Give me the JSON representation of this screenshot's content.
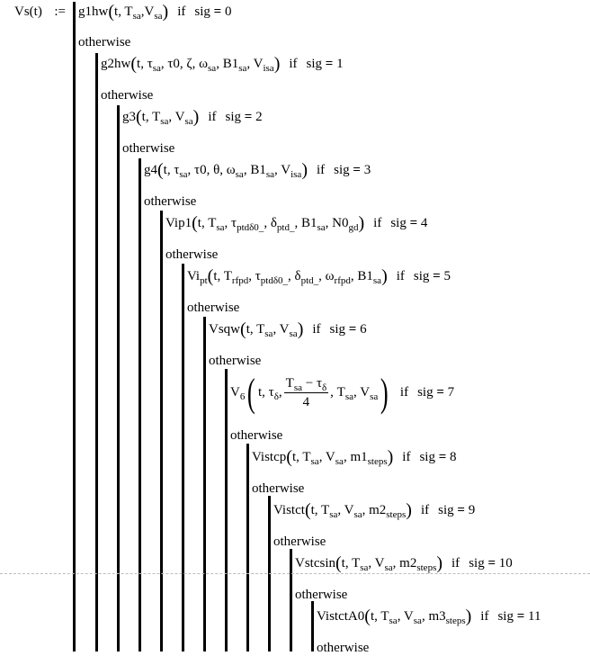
{
  "definition": {
    "lhs": "Vs(t)",
    "assign_op": ":="
  },
  "keywords": {
    "if": "if",
    "otherwise": "otherwise",
    "sig": "sig",
    "eq": "="
  },
  "branches": [
    {
      "func": "g1hw",
      "args_text": "t, T_sa, V_sa",
      "sig": "0"
    },
    {
      "func": "g2hw",
      "args_text": "t, τ_sa, τ0, ζ, ω_sa, B1_sa, V_isa",
      "sig": "1"
    },
    {
      "func": "g3",
      "args_text": "t, T_sa, V_sa",
      "sig": "2"
    },
    {
      "func": "g4",
      "args_text": "t, τ_sa, τ0, θ, ω_sa, B1_sa, V_isa",
      "sig": "3"
    },
    {
      "func": "Vip1",
      "args_text": "t, T_sa, τ_ptdδ0_, δ_ptd_, B1_sa, N0_gd",
      "sig": "4"
    },
    {
      "func": "Vi_pt",
      "args_text": "t, T_rfpd, τ_ptdδ0_, δ_ptd_, ω_rfpd, B1_sa",
      "sig": "5"
    },
    {
      "func": "Vsqw",
      "args_text": "t, T_sa, V_sa",
      "sig": "6"
    },
    {
      "func": "V_6",
      "args_text": "t, τ_δ, (T_sa − τ_δ)/4, T_sa, V_sa",
      "sig": "7"
    },
    {
      "func": "Vistcp",
      "args_text": "t, T_sa, V_sa, m1_steps",
      "sig": "8"
    },
    {
      "func": "Vistct",
      "args_text": "t, T_sa, V_sa, m2_steps",
      "sig": "9"
    },
    {
      "func": "Vstcsin",
      "args_text": "t, T_sa, V_sa, m2_steps",
      "sig": "10"
    },
    {
      "func": "VistctA0",
      "args_text": "t, T_sa, V_sa, m3_steps",
      "sig": "11"
    }
  ],
  "tokens": {
    "t": "t",
    "T": "T",
    "V": "V",
    "tau": "τ",
    "zeta": "ζ",
    "omega": "ω",
    "theta": "θ",
    "delta": "δ",
    "B1": "B1",
    "N0": "N0",
    "tau0": "τ0",
    "m1": "m1",
    "m2": "m2",
    "m3": "m3",
    "sa": "sa",
    "isa": "isa",
    "gd": "gd",
    "rfpd": "rfpd",
    "ptd": "ptd_",
    "ptdd0": "ptdδ0_",
    "steps": "steps",
    "pt": "pt",
    "six": "6",
    "four": "4",
    "minus": "−",
    "comma": ","
  },
  "funcs": [
    "g1hw",
    "g2hw",
    "g3",
    "g4",
    "Vip1",
    "Vi",
    "Vsqw",
    "V",
    "Vistcp",
    "Vistct",
    "Vstcsin",
    "VistctA0"
  ],
  "sigs": [
    "0",
    "1",
    "2",
    "3",
    "4",
    "5",
    "6",
    "7",
    "8",
    "9",
    "10",
    "11"
  ]
}
